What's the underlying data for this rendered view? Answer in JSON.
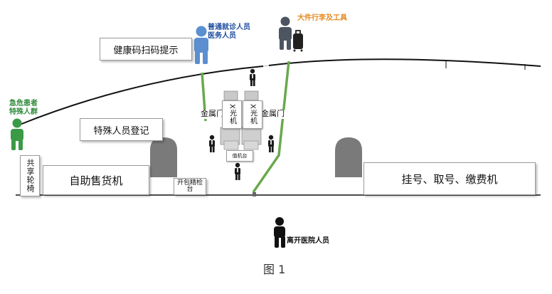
{
  "labels": {
    "health_code_prompt": "健康码扫码提示",
    "normal_patients_line1": "普通就诊人员",
    "normal_patients_line2": "医务人员",
    "luggage": "大件行李及工具",
    "emergency_line1": "急危患者",
    "emergency_line2": "特殊人群",
    "special_registration": "特殊人员登记",
    "shared_wheelchair": "共享轮椅",
    "vending_machine": "自助售货机",
    "bag_inspection": "开包精检台",
    "metal_door_left": "金属门",
    "metal_door_right": "金属门",
    "xray_left": "X光机",
    "xray_right": "X光机",
    "duty_desk": "值机台",
    "registration_machine": "挂号、取号、缴费机",
    "leaving_hospital": "离开医院人员",
    "caption": "图 1"
  },
  "colors": {
    "normal_blue": "#1f4fa0",
    "luggage_orange": "#e58a1f",
    "emergency_green": "#2e8b3a",
    "path_green": "#6aa84f",
    "outline": "#111111"
  },
  "icons": [
    "person-icon",
    "luggage-icon",
    "security-guard-icon",
    "archway-icon"
  ]
}
